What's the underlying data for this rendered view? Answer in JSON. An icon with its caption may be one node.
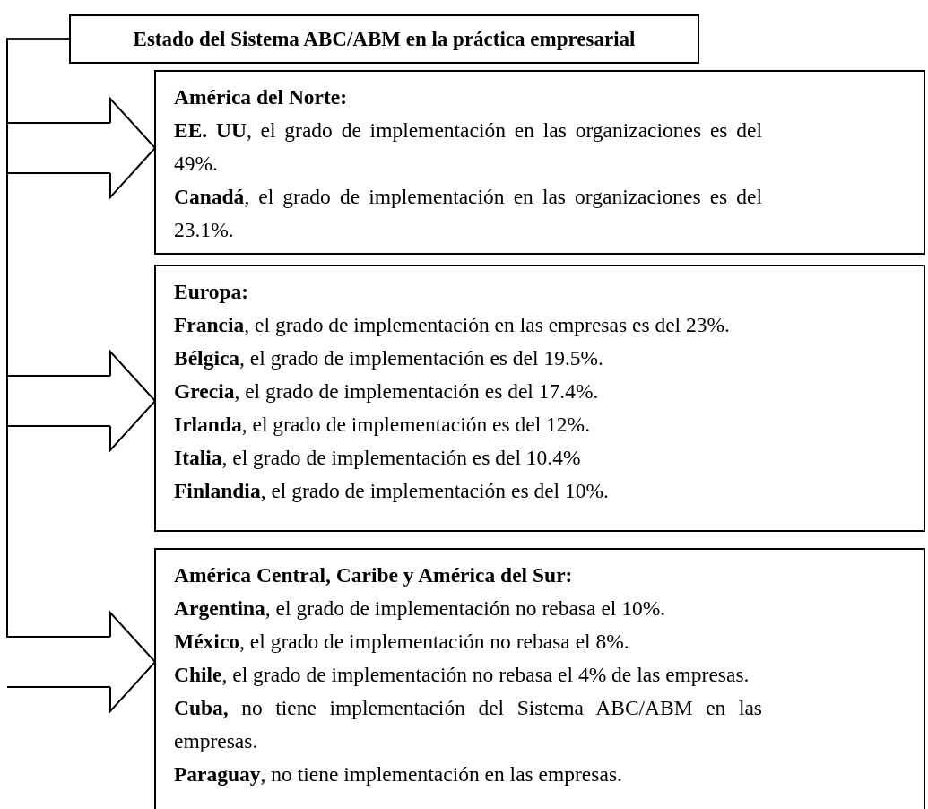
{
  "diagram": {
    "nodes": [
      {
        "text": [
          "Estado del Sistema ABC/ABM en la práctica empresarial"
        ]
      },
      {
        "text": [
          "América del Norte:",
          "**EE. UU**, el grado de implementación en las organizaciones es del 49%.",
          "**Canadá**, el grado de implementación en las organizaciones es del 23.1%."
        ]
      },
      {
        "text": [
          "Europa:",
          "**Francia**, el grado de implementación en las empresas es del 23%.",
          "**Bélgica**, el grado de implementación es del 19.5%.",
          "**Grecia**, el grado de implementación es del 17.4%.",
          "**Irlanda**, el grado de implementación es del 12%.",
          "**Italia**, el grado de implementación es del 10.4%",
          "**Finlandia**, el grado de implementación es del 10%."
        ]
      },
      {
        "text": [
          "América Central, Caribe y América del Sur:",
          "**Argentina**, el grado de implementación no rebasa el 10%.",
          "**México**, el grado de implementación no rebasa el 8%.",
          "**Chile**, el grado de implementación no rebasa el 4% de las empresas.",
          "**Cuba,** no tiene implementación del Sistema ABC/ABM en las empresas.",
          "**Paraguay**, no tiene implementación en las empresas."
        ]
      }
    ],
    "edges": [
      {
        "from": 0,
        "to": 1,
        "arrow": "to"
      },
      {
        "from": 0,
        "to": 2,
        "arrow": "to"
      },
      {
        "from": 0,
        "to": 3,
        "arrow": "to"
      }
    ]
  }
}
